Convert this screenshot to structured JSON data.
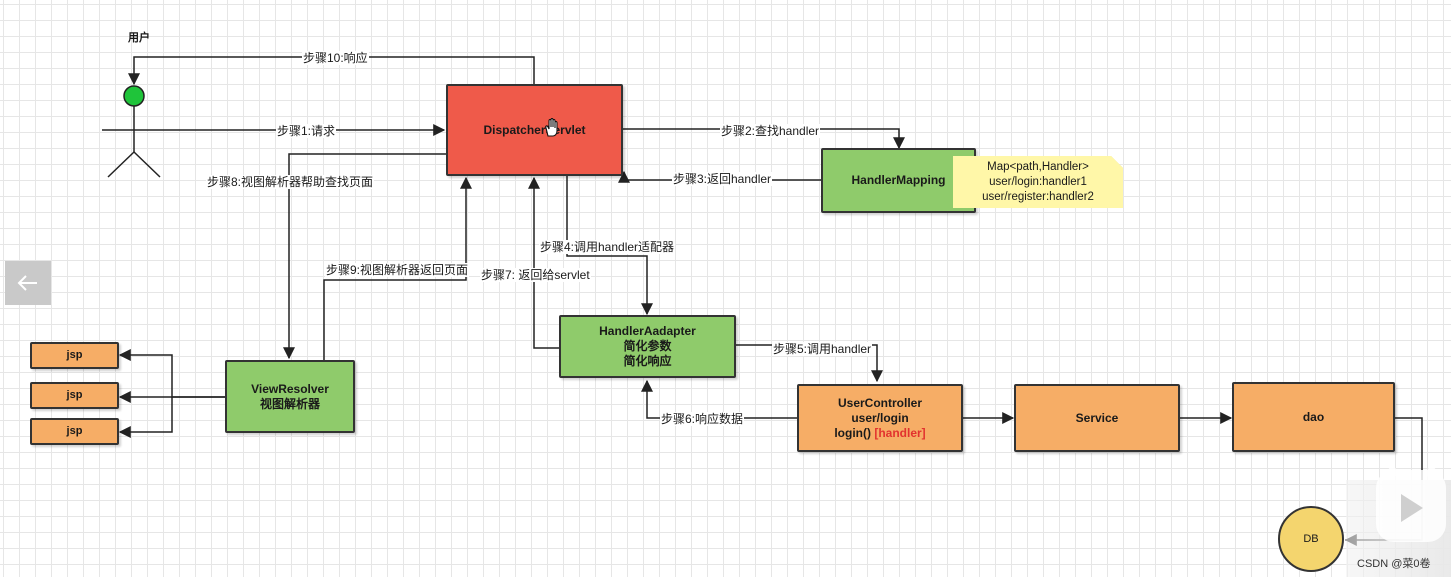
{
  "user_label": "用户",
  "nodes": {
    "dispatcher": "DispatcherServlet",
    "handler_mapping": "HandlerMapping",
    "handler_adapter": [
      "HandlerAadapter",
      "简化参数",
      "简化响应"
    ],
    "view_resolver": [
      "ViewResolver",
      "视图解析器"
    ],
    "user_controller": {
      "line1": "UserController",
      "line2": "user/login",
      "line3": "login()",
      "handler_tag": "[handler]"
    },
    "service": "Service",
    "dao": "dao",
    "db": "DB",
    "jsp": [
      "jsp",
      "jsp",
      "jsp"
    ]
  },
  "note": [
    "Map<path,Handler>",
    "user/login:handler1",
    "user/register:handler2"
  ],
  "steps": {
    "s1": "步骤1:请求",
    "s2": "步骤2:查找handler",
    "s3": "步骤3:返回handler",
    "s4": "步骤4:调用handler适配器",
    "s5": "步骤5:调用handler",
    "s6": "步骤6:响应数据",
    "s7": "步骤7: 返回给servlet",
    "s8": "步骤8:视图解析器帮助查找页面",
    "s9": "步骤9:视图解析器返回页面",
    "s10": "步骤10:响应"
  },
  "watermark": "CSDN @菜0卷",
  "colors": {
    "green": "#8fcb6b",
    "red": "#ef5a4a",
    "orange": "#f6ad66",
    "note": "#fff7a8",
    "db": "#f4d56e"
  }
}
